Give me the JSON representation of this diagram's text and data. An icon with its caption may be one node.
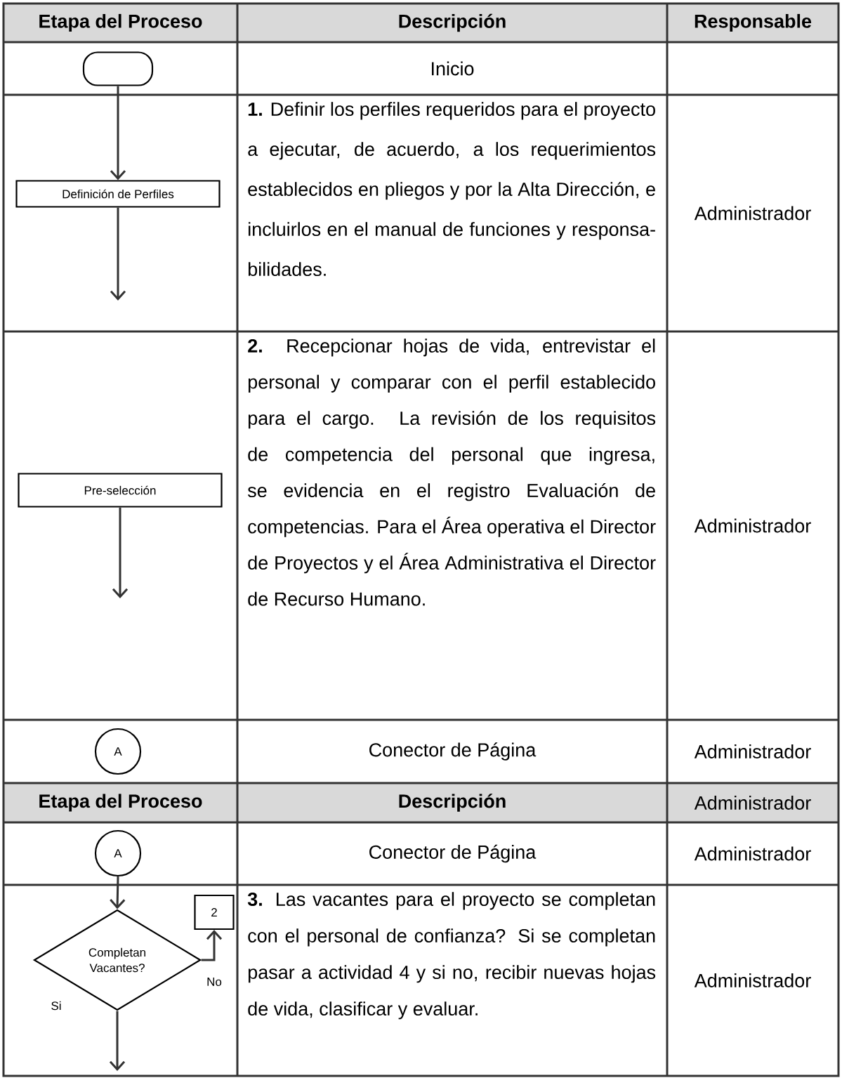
{
  "diagram": {
    "nodes": [
      {
        "text": [],
        "shape": "box"
      },
      {
        "text": [
          "Definición de Perfiles"
        ]
      },
      {
        "text": [
          "Pre-selección"
        ]
      },
      {
        "text": [
          "A"
        ]
      },
      {
        "text": [
          "A"
        ]
      },
      {
        "text": [
          "Completan Vacantes?"
        ]
      },
      {
        "text": [
          "2"
        ]
      }
    ],
    "edges": [
      {
        "from": 0,
        "to": 1,
        "arrow": "to"
      },
      {
        "from": 1,
        "to": null,
        "arrow": "to"
      },
      {
        "from": 2,
        "to": null,
        "arrow": "to"
      },
      {
        "from": 4,
        "to": 5,
        "arrow": "to"
      },
      {
        "from": 5,
        "to": 6,
        "arrow": "to",
        "label": "No"
      },
      {
        "from": 5,
        "to": null,
        "arrow": "to",
        "label": "Si"
      }
    ],
    "labels": [
      "Etapa del Proceso",
      "Descripción",
      "Responsable",
      "Inicio",
      "**1.** Definir los perfiles requeridos para el proyecto a ejecutar, de acuerdo, a los requerimientos establecidos en pliegos y por la Alta Dirección, e incluirlos en el manual de funciones y responsa-bilidades.",
      "Administrador",
      "**2.** Recepcionar hojas de vida, entrevistar el personal y comparar con el perfil establecido para el cargo. La revisión de los requisitos de competencia del personal que ingresa, se evidencia en el registro Evaluación de competencias. Para el Área operativa el Director de Proyectos y el Área Administrativa el Director de Recurso Humano.",
      "Administrador",
      "Conector de Página",
      "Administrador",
      "Etapa del Proceso",
      "Descripción",
      "Administrador",
      "Conector de Página",
      "Administrador",
      "**3.** Las vacantes para el proyecto se completan con el personal de confianza? Si se completan pasar a actividad 4 y si no, recibir nuevas hojas de vida, clasificar y evaluar.",
      "Administrador"
    ]
  }
}
